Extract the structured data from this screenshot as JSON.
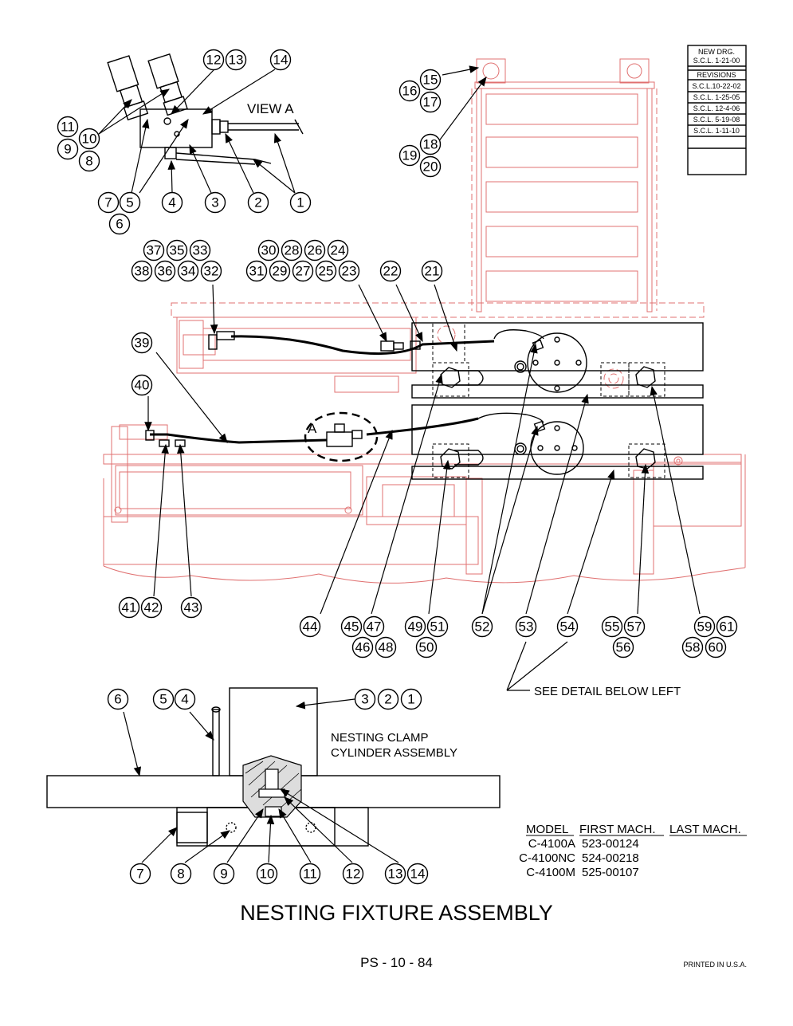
{
  "view_label": "VIEW A",
  "detail_letter": "A",
  "revisions": {
    "new_drg_heading": "NEW DRG.",
    "new_drg_date": "S.C.L. 1-21-00",
    "revisions_heading": "REVISIONS",
    "entries": [
      "S.C.L.10-22-02",
      "S.C.L. 1-25-05",
      "S.C.L. 12-4-06",
      "S.C.L. 5-19-08",
      "S.C.L. 1-11-10"
    ]
  },
  "notes": {
    "see_detail": "SEE DETAIL BELOW LEFT",
    "nesting_clamp_line1": "NESTING CLAMP",
    "nesting_clamp_line2": "CYLINDER ASSEMBLY"
  },
  "model_table": {
    "headers": [
      "MODEL",
      "FIRST MACH.",
      "LAST MACH."
    ],
    "rows": [
      [
        "C-4100A",
        "523-00124",
        ""
      ],
      [
        "C-4100NC",
        "524-00218",
        ""
      ],
      [
        "C-4100M",
        "525-00107",
        ""
      ]
    ]
  },
  "title": "NESTING FIXTURE ASSEMBLY",
  "page_number": "PS - 10 - 84",
  "printed_note": "PRINTED IN U.S.A.",
  "callouts": {
    "view_a": [
      "12",
      "13",
      "14",
      "11",
      "10",
      "9",
      "8",
      "7",
      "5",
      "6",
      "4",
      "3",
      "2",
      "1"
    ],
    "top_right": [
      "15",
      "16",
      "17",
      "18",
      "19",
      "20"
    ],
    "main": [
      "37",
      "35",
      "33",
      "38",
      "36",
      "34",
      "32",
      "30",
      "28",
      "26",
      "24",
      "31",
      "29",
      "27",
      "25",
      "23",
      "22",
      "21",
      "39",
      "40",
      "41",
      "42",
      "43",
      "44",
      "45",
      "47",
      "46",
      "48",
      "49",
      "51",
      "50",
      "52",
      "53",
      "54",
      "55",
      "57",
      "56",
      "59",
      "61",
      "58",
      "60"
    ],
    "detail": [
      "6",
      "5",
      "4",
      "3",
      "2",
      "1",
      "7",
      "8",
      "9",
      "10",
      "11",
      "12",
      "13",
      "14"
    ]
  }
}
